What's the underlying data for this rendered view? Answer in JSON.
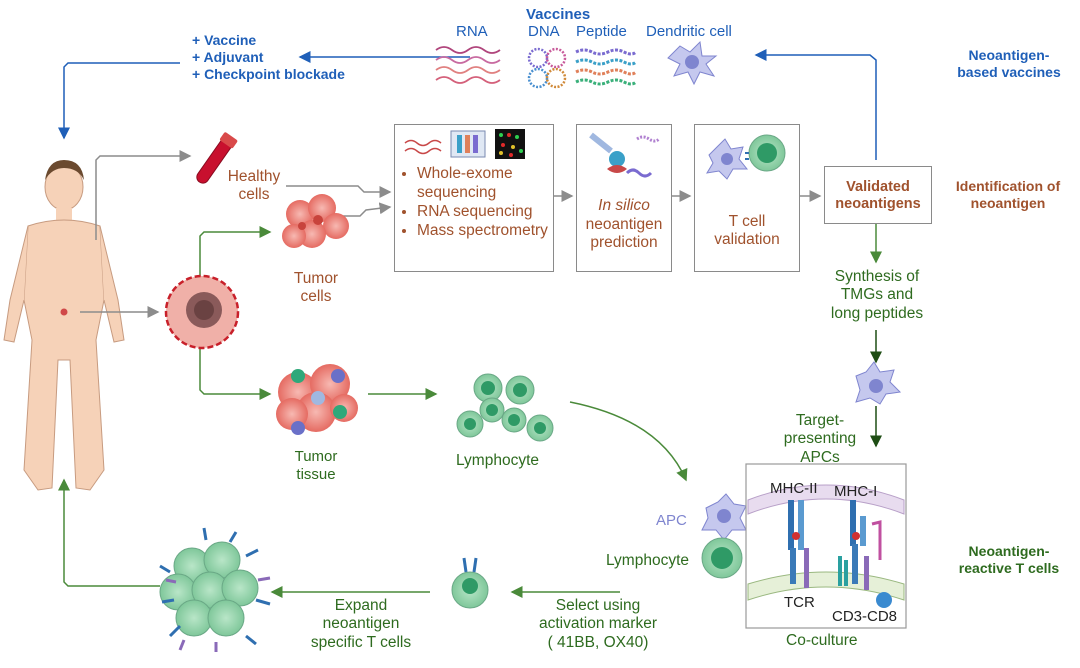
{
  "vaccines": {
    "header": "Vaccines",
    "types": [
      "RNA",
      "DNA",
      "Peptide",
      "Dendritic cell"
    ]
  },
  "treatment": [
    "+ Vaccine",
    "+ Adjuvant",
    "+ Checkpoint blockade"
  ],
  "section_labels": {
    "vaccines": "Neoantigen-\nbased vaccines",
    "identification": "Identification of\nneoantigen",
    "reactive": "Neoantigen-\nreactive T cells"
  },
  "sources": {
    "healthy": "Healthy\ncells",
    "tumor_cells": "Tumor\ncells",
    "tumor_tissue": "Tumor\ntissue",
    "lymphocyte": "Lymphocyte"
  },
  "pipeline": {
    "sequencing": [
      "Whole-exome sequencing",
      "RNA sequencing",
      "Mass spectrometry"
    ],
    "in_silico_italic": "In silico",
    "in_silico_rest": "neoantigen\nprediction",
    "t_cell_validation": "T cell\nvalidation",
    "validated": "Validated\nneoantigens"
  },
  "downstream": {
    "synthesis": "Synthesis of\nTMGs and\nlong peptides",
    "target_apcs": "Target-\npresenting APCs"
  },
  "coculture": {
    "mhc2": "MHC-II",
    "mhc1": "MHC-I",
    "tcr": "TCR",
    "cd3cd8": "CD3-CD8",
    "apc": "APC",
    "lymphocyte": "Lymphocyte",
    "caption": "Co-culture"
  },
  "selection": {
    "select": "Select using\nactivation marker\n( 41BB, OX40)",
    "expand": "Expand\nneoantigen\nspecific T cells"
  },
  "colors": {
    "blue": "#1f5fb8",
    "brown": "#a0522d",
    "green": "#2e6b1f",
    "gray_arrow": "#8c8c8c",
    "green_arrow": "#4a8a3a"
  }
}
